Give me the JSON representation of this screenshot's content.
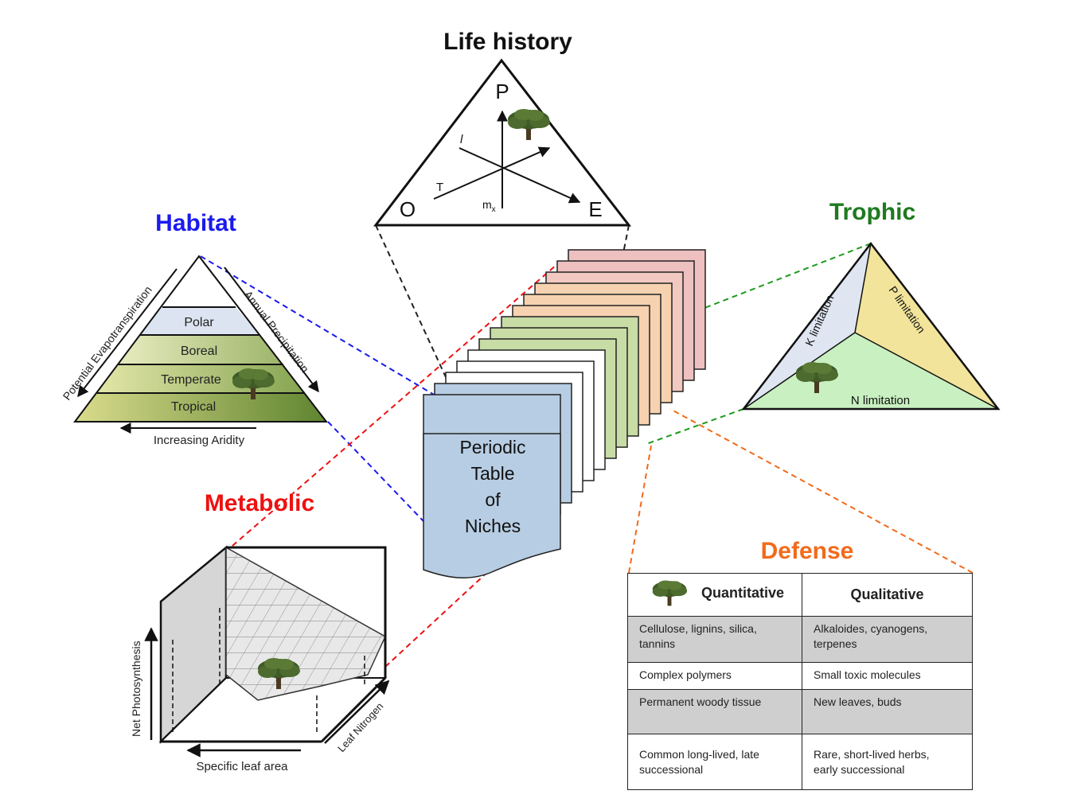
{
  "life_history": {
    "title": "Life history",
    "corner_p": "P",
    "corner_o": "O",
    "corner_e": "E",
    "axis_l": "l",
    "axis_t": "T",
    "axis_m": "m",
    "axis_m_sub": "x"
  },
  "habitat": {
    "title": "Habitat",
    "bands": [
      "Polar",
      "Boreal",
      "Temperate",
      "Tropical"
    ],
    "left_axis": "Potential Evapotranspiration",
    "right_axis": "Annual Precipitation",
    "bottom_axis": "Increasing Aridity"
  },
  "trophic": {
    "title": "Trophic",
    "k": "K limitation",
    "p": "P limitation",
    "n": "N limitation"
  },
  "metabolic": {
    "title": "Metabolic",
    "y_axis": "Net Photosynthesis",
    "x_axis": "Specific leaf area",
    "z_axis": "Leaf Nitrogen"
  },
  "center": {
    "line1": "Periodic",
    "line2": "Table",
    "line3": "of",
    "line4": "Niches"
  },
  "defense": {
    "title": "Defense",
    "col1": "Quantitative",
    "col2": "Qualitative",
    "rows": [
      {
        "q1": "Cellulose, lignins, silica,",
        "q1b": "tannins",
        "q2": "Alkaloides, cyanogens,",
        "q2b": "terpenes"
      },
      {
        "q1": "Complex polymers",
        "q1b": "",
        "q2": "Small toxic molecules",
        "q2b": ""
      },
      {
        "q1": "Permanent woody tissue",
        "q1b": "",
        "q2": "New leaves, buds",
        "q2b": ""
      },
      {
        "q1": "Common long-lived, late",
        "q1b": "successional",
        "q2": "Rare, short-lived herbs,",
        "q2b": "early successional"
      }
    ]
  },
  "colors": {
    "habitat": "#1a1aee",
    "trophic": "#1e7a1e",
    "metabolic": "#ee1111",
    "defense": "#f26a1b",
    "card_blue": "#b7cde3",
    "card_green": "#c8dca6",
    "card_peach": "#f7d2b0",
    "card_pink": "#eec0c0"
  },
  "icons": [
    "tree-icon"
  ]
}
